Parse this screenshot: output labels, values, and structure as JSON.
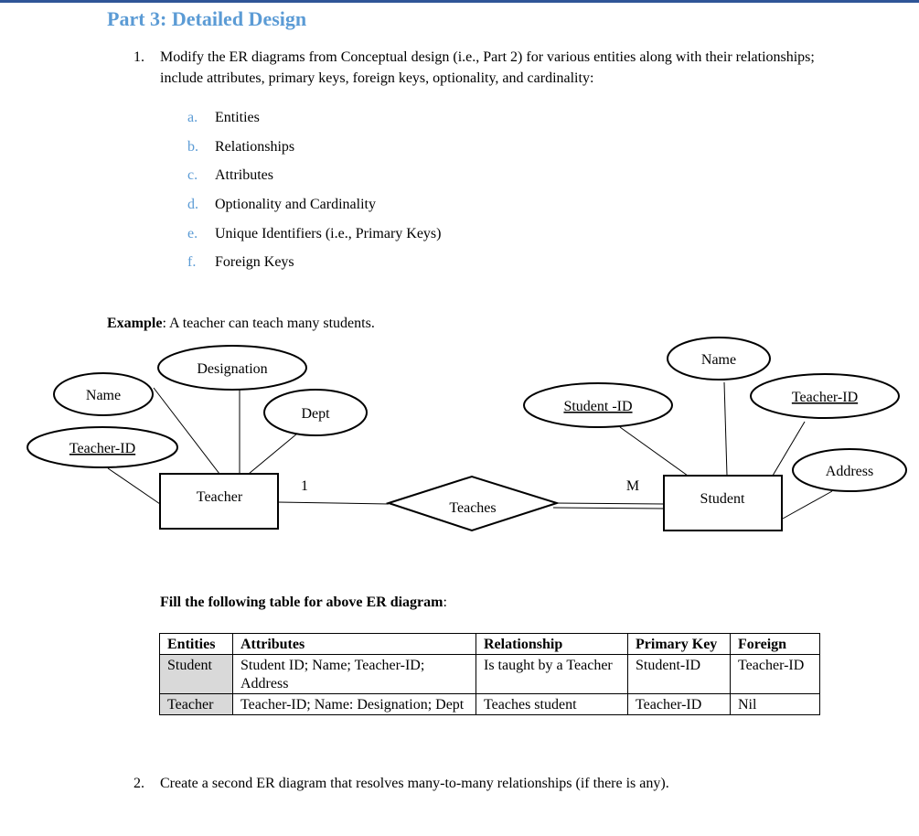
{
  "title": "Part 3: Detailed Design",
  "q1": {
    "num": "1.",
    "text": "Modify the ER diagrams from Conceptual design (i.e., Part 2) for various entities along with their relationships; include attributes, primary keys, foreign keys, optionality, and cardinality:"
  },
  "subitems": [
    {
      "letter": "a.",
      "text": "Entities"
    },
    {
      "letter": "b.",
      "text": "Relationships"
    },
    {
      "letter": "c.",
      "text": "Attributes"
    },
    {
      "letter": "d.",
      "text": "Optionality and Cardinality"
    },
    {
      "letter": "e.",
      "text": "Unique Identifiers (i.e., Primary Keys)"
    },
    {
      "letter": "f.",
      "text": "Foreign Keys"
    }
  ],
  "example": {
    "label": "Example",
    "text": ": A teacher can teach many students."
  },
  "diagram": {
    "teacher": {
      "entity": "Teacher",
      "attrs": {
        "designation": "Designation",
        "name": "Name",
        "dept": "Dept",
        "id": "Teacher-ID"
      }
    },
    "relationship": "Teaches",
    "card_left": "1",
    "card_right": "M",
    "student": {
      "entity": "Student",
      "attrs": {
        "name": "Name",
        "id": "Student -ID",
        "teacher_id": "Teacher-ID",
        "address": "Address"
      }
    }
  },
  "fill": {
    "label": "Fill the following table for above ER diagram",
    "colon": ":"
  },
  "table": {
    "headers": [
      "Entities",
      "Attributes",
      "Relationship",
      "Primary Key",
      "Foreign"
    ],
    "rows": [
      [
        "Student",
        "Student ID; Name; Teacher-ID; Address",
        "Is taught by a Teacher",
        "Student-ID",
        "Teacher-ID"
      ],
      [
        "Teacher",
        "Teacher-ID; Name: Designation; Dept",
        "Teaches student",
        "Teacher-ID",
        "Nil"
      ]
    ]
  },
  "q2": {
    "num": "2.",
    "text": "Create a second ER diagram that resolves many-to-many relationships (if there is any)."
  },
  "colors": {
    "heading": "#5b9bd5",
    "rule": "#2f5597",
    "entity_cell": "#d9d9d9"
  }
}
